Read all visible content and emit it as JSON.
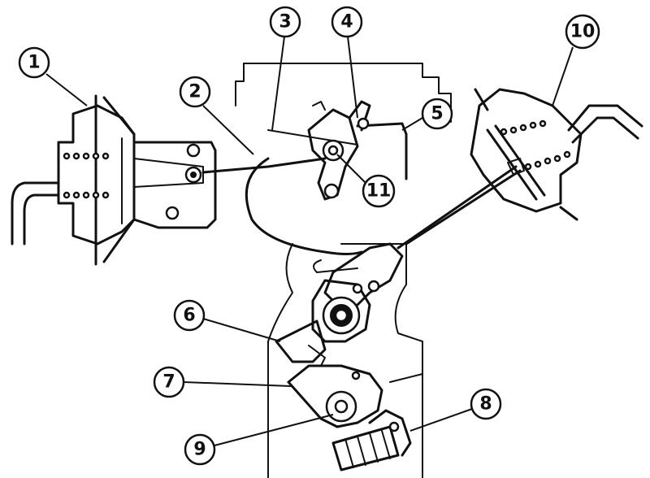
{
  "callouts": [
    {
      "label": "1"
    },
    {
      "label": "2"
    },
    {
      "label": "3"
    },
    {
      "label": "4"
    },
    {
      "label": "5"
    },
    {
      "label": "6"
    },
    {
      "label": "7"
    },
    {
      "label": "8"
    },
    {
      "label": "9"
    },
    {
      "label": "10"
    },
    {
      "label": "11"
    }
  ]
}
